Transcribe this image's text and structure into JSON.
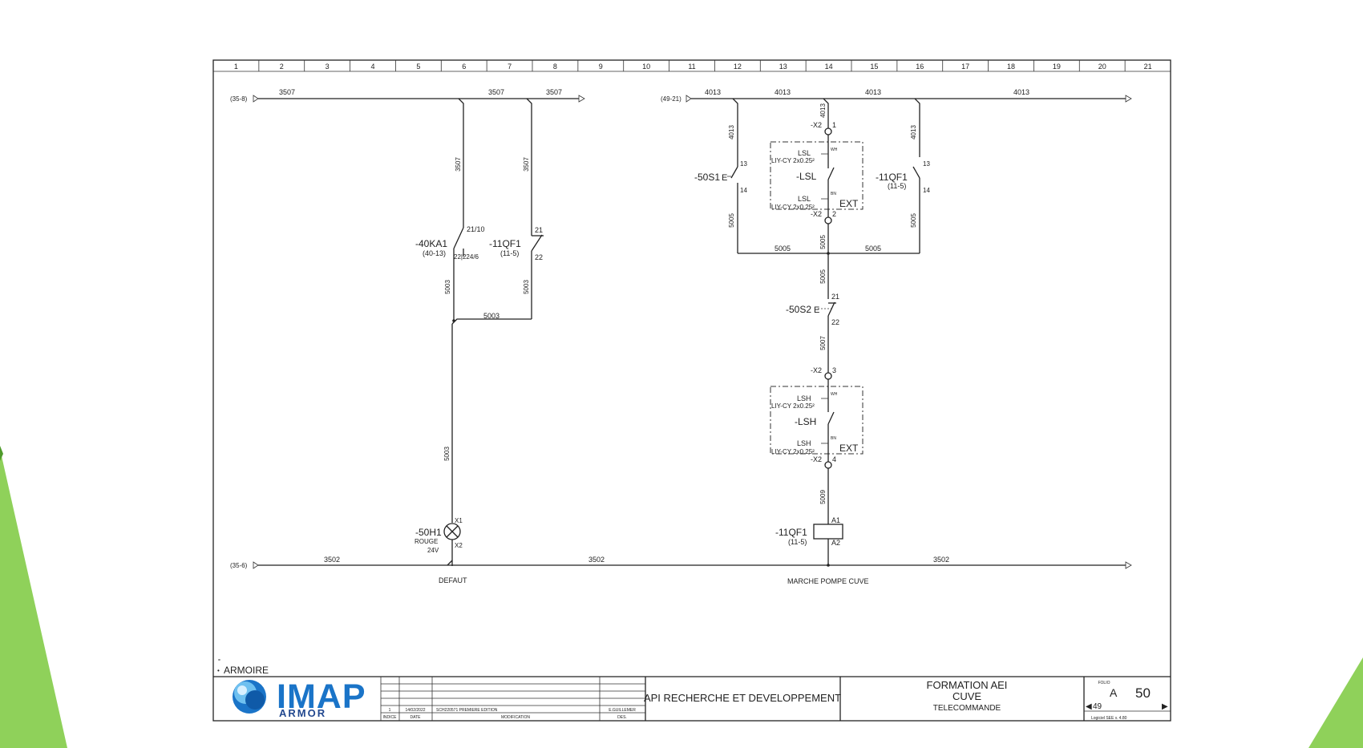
{
  "colors": {
    "accent_green": "#8fd15a",
    "line": "#222222",
    "logo_blue": "#1a74c8",
    "logo_navy": "#22488f"
  },
  "grid_columns": [
    "1",
    "2",
    "3",
    "4",
    "5",
    "6",
    "7",
    "8",
    "9",
    "10",
    "11",
    "12",
    "13",
    "14",
    "15",
    "16",
    "17",
    "18",
    "19",
    "20",
    "21"
  ],
  "wires": {
    "top_left_ref": "(35-8)",
    "top_right_ref": "(49-21)",
    "bottom_ref": "(35-6)",
    "w3507": "3507",
    "w4013": "4013",
    "w5003": "5003",
    "w5005": "5005",
    "w5007": "5007",
    "w5009": "5009",
    "w3502": "3502"
  },
  "components": {
    "ka1": {
      "name": "-40KA1",
      "ref": "(40-13)",
      "top_pin": "21/10",
      "bottom_pins": "22|224/6"
    },
    "qf1_left": {
      "name": "-11QF1",
      "ref": "(11-5)",
      "pin_top": "21",
      "pin_bottom": "22"
    },
    "s1": {
      "name": "-50S1",
      "pin_top": "13",
      "pin_bottom": "14"
    },
    "qf1_right": {
      "name": "-11QF1",
      "ref": "(11-5)",
      "pin_top": "13",
      "pin_bottom": "14"
    },
    "lsl": {
      "name": "-LSL",
      "x2_top": "-X2",
      "x2_top_pin": "1",
      "x2_bottom": "-X2",
      "x2_bottom_pin": "2",
      "tag": "LSL",
      "cable": "LIY-CY 2x0.25²",
      "wh": "WH",
      "bn": "BN",
      "ext": "EXT"
    },
    "s2": {
      "name": "-50S2",
      "pin_top": "21",
      "pin_bottom": "22"
    },
    "lsh": {
      "name": "-LSH",
      "x2_top": "-X2",
      "x2_top_pin": "3",
      "x2_bottom": "-X2",
      "x2_bottom_pin": "4",
      "tag": "LSH",
      "cable": "LIY-CY 2x0.25²",
      "wh": "WH",
      "bn": "BN",
      "ext": "EXT"
    },
    "h1": {
      "name": "-50H1",
      "color": "ROUGE",
      "voltage": "24V",
      "pin_top": "X1",
      "pin_bottom": "X2"
    },
    "coil": {
      "name": "-11QF1",
      "ref": "(11-5)",
      "pin_top": "A1",
      "pin_bottom": "A2"
    }
  },
  "labels": {
    "defaut": "DEFAUT",
    "marche": "MARCHE POMPE CUVE",
    "armoire": "ARMOIRE",
    "armoire_mark": "="
  },
  "title_block": {
    "logo_main": "IMAP",
    "logo_sub": "ARMOR",
    "revision": {
      "index": "1",
      "date": "14/02/2022",
      "modification": "SCH220571 PREMIERE EDITION",
      "author": "E.GUILLEMER"
    },
    "headers": {
      "index": "INDICE",
      "date": "DATE",
      "modification": "MODIFICATION",
      "author": "DES."
    },
    "company": "API RECHERCHE ET DEVELOPPEMENT",
    "project_line1": "FORMATION AEI",
    "project_line2": "CUVE",
    "project_line3": "TELECOMMANDE",
    "folio_label": "FOLIO",
    "folio_letter": "A",
    "folio_number": "50",
    "prev_folio": "49",
    "software": "Logiciel SEE  v. 4.80"
  }
}
